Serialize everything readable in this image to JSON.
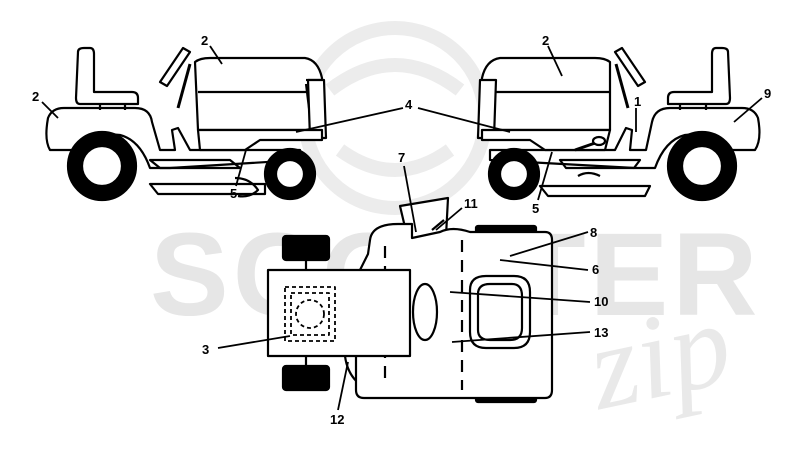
{
  "watermark": {
    "brand_main": "SCOOTER",
    "brand_script": "zip"
  },
  "callouts": [
    {
      "id": "c2-left-seat",
      "label": "2"
    },
    {
      "id": "c2-left-hood",
      "label": "2"
    },
    {
      "id": "c4",
      "label": "4"
    },
    {
      "id": "c5-left",
      "label": "5"
    },
    {
      "id": "c2-right-hood",
      "label": "2"
    },
    {
      "id": "c9",
      "label": "9"
    },
    {
      "id": "c1",
      "label": "1"
    },
    {
      "id": "c5-right",
      "label": "5"
    },
    {
      "id": "c7",
      "label": "7"
    },
    {
      "id": "c11",
      "label": "11"
    },
    {
      "id": "c8",
      "label": "8"
    },
    {
      "id": "c6",
      "label": "6"
    },
    {
      "id": "c10",
      "label": "10"
    },
    {
      "id": "c3",
      "label": "3"
    },
    {
      "id": "c13",
      "label": "13"
    },
    {
      "id": "c12",
      "label": "12"
    }
  ],
  "colors": {
    "line": "#000000",
    "watermark": "#e6e6e6",
    "background": "#ffffff"
  }
}
